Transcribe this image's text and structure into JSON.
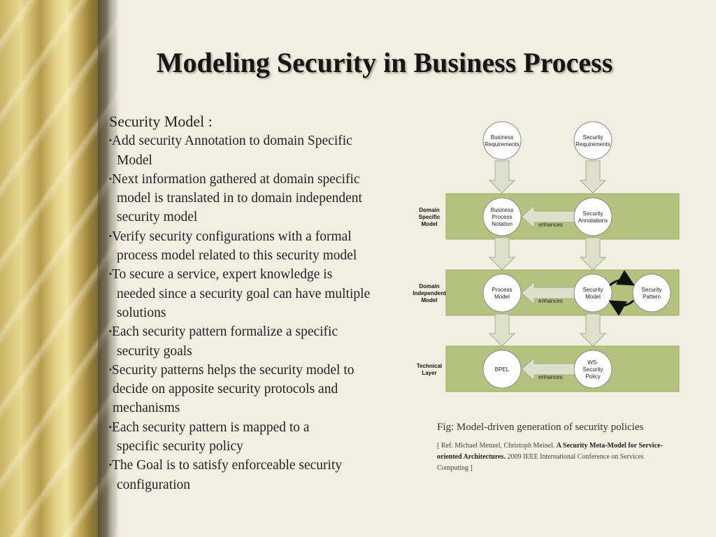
{
  "slide": {
    "title": "Modeling Security in Business Process"
  },
  "content": {
    "heading": "Security Model :",
    "bullets": [
      {
        "lines": [
          "Add security Annotation to domain Specific",
          "Model"
        ]
      },
      {
        "lines": [
          "Next information gathered at domain specific",
          "model is translated in to domain independent",
          "security model"
        ]
      },
      {
        "lines": [
          "Verify security configurations with a formal",
          "process model related to this security model"
        ]
      },
      {
        "lines": [
          "To secure a service, expert  knowledge is",
          "needed since a security goal can have multiple",
          "solutions"
        ]
      },
      {
        "lines": [
          "Each security pattern formalize a specific",
          "security goals"
        ]
      },
      {
        "lines": [
          "Security patterns helps the security model to",
          "decide on apposite security protocols and",
          "mechanisms"
        ]
      },
      {
        "lines": [
          "Each security pattern is mapped to a",
          "specific security policy"
        ]
      },
      {
        "lines": [
          "The Goal is to satisfy enforceable security",
          "configuration"
        ]
      }
    ]
  },
  "diagram": {
    "top_nodes": {
      "business_requirements": [
        "Business",
        "Requirements"
      ],
      "security_requirements": [
        "Security",
        "Requirements"
      ]
    },
    "layers": [
      {
        "label": [
          "Domain",
          "Specific",
          "Model"
        ],
        "left_node": [
          "Business",
          "Process",
          "Notation"
        ],
        "right_node": [
          "Security",
          "Annotations"
        ],
        "arrow_label": "enhances"
      },
      {
        "label": [
          "Domain",
          "Independent",
          "Model"
        ],
        "left_node": [
          "Process",
          "Model"
        ],
        "right_node": [
          "Security",
          "Model"
        ],
        "extra_node": [
          "Security",
          "Pattern"
        ],
        "arrow_label": "enhances"
      },
      {
        "label": [
          "Technical",
          "Layer"
        ],
        "left_node": [
          "BPEL"
        ],
        "right_node": [
          "WS-",
          "Security",
          "Policy"
        ],
        "arrow_label": "enhances"
      }
    ],
    "colors": {
      "layer_fill": "#b5c27e",
      "arrow_fill": "#dde1c9"
    }
  },
  "caption": "Fig: Model-driven generation of security policies",
  "reference": {
    "prefix": "[ Ref. Michael Menzel, Christoph Meinel. ",
    "title": "A Security Meta-Model for Service-oriented Architectures.",
    "suffix": " 2009 IEEE International Conference on Services Computing ]"
  }
}
